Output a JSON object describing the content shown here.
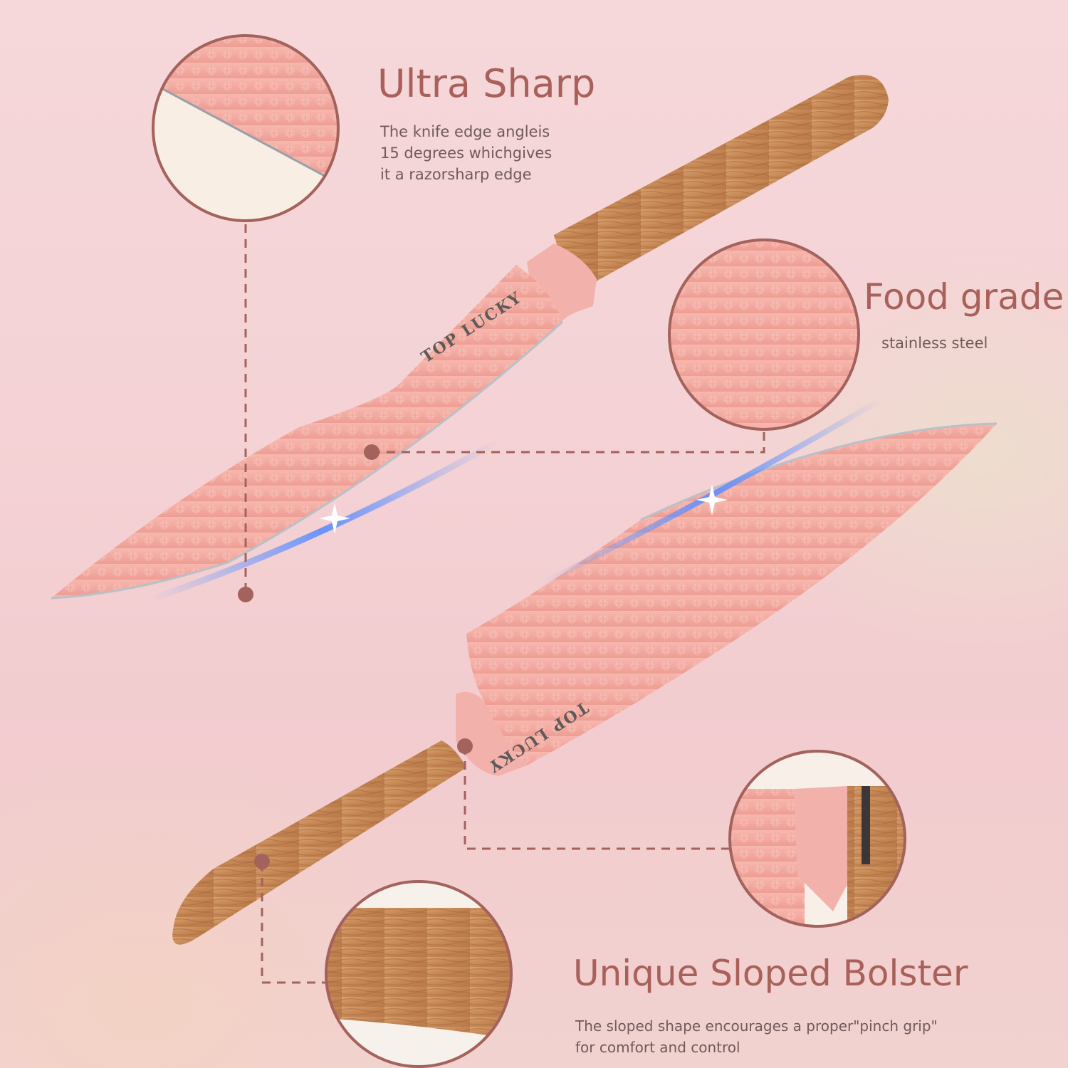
{
  "features": {
    "ultra_sharp": {
      "title": "Ultra Sharp",
      "description": "The knife edge angleis\n15 degrees whichgives\n it a razorsharp edge"
    },
    "food_grade": {
      "title": "Food grade",
      "description": "stainless steel"
    },
    "bolster": {
      "title": "Unique Sloped Bolster",
      "description": "The sloped shape encourages a proper\"pinch grip\"\n for comfort and control"
    }
  },
  "blade_logo": "TOP LUCKY",
  "colors": {
    "accent": "#a9605a",
    "blade_pink": "#f3a8a0",
    "wood": "#c98a5c",
    "callout_line": "#a3625c"
  }
}
